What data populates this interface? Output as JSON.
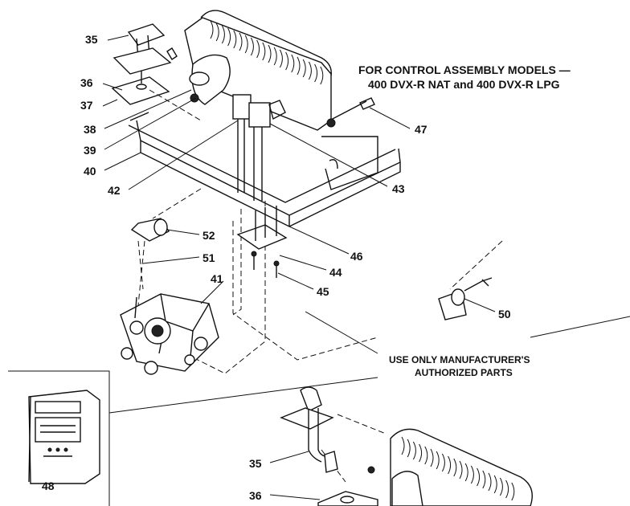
{
  "header": {
    "line1": "FOR CONTROL ASSEMBLY MODELS —",
    "line2": "400 DVX-R NAT and 400 DVX-R LPG"
  },
  "notice": {
    "line1": "USE ONLY MANUFACTURER'S",
    "line2": "AUTHORIZED PARTS"
  },
  "part_labels": {
    "p35": "35",
    "p36": "36",
    "p37": "37",
    "p38": "38",
    "p39": "39",
    "p40": "40",
    "p42": "42",
    "p43": "43",
    "p47": "47",
    "p52": "52",
    "p51": "51",
    "p41": "41",
    "p46": "46",
    "p44": "44",
    "p45": "45",
    "p50": "50",
    "p48": "48",
    "p35b": "35",
    "p36b": "36"
  }
}
